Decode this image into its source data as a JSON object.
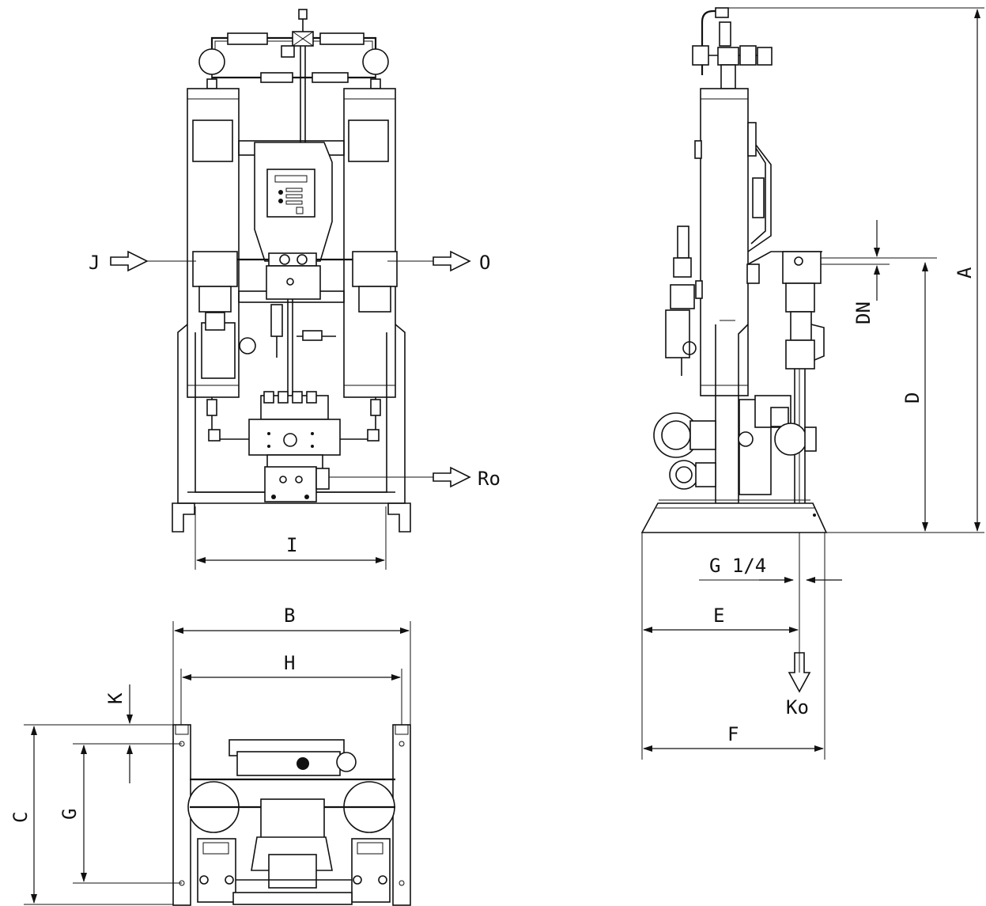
{
  "labels": {
    "inlet": "J",
    "outlet": "O",
    "regen_outlet": "Ro",
    "dim_i": "I",
    "dim_b": "B",
    "dim_h": "H",
    "dim_k": "K",
    "dim_c": "C",
    "dim_g": "G",
    "dim_a": "A",
    "dim_dn": "DN",
    "dim_d": "D",
    "thread": "G 1/4",
    "dim_e": "E",
    "condensate_outlet": "Ko",
    "dim_f": "F"
  },
  "colors": {
    "line": "#111111",
    "background": "#ffffff"
  }
}
